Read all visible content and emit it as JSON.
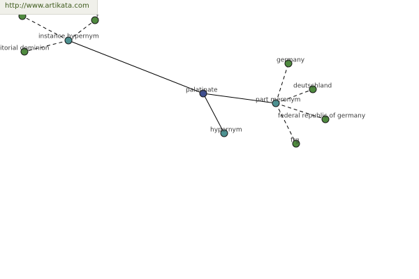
{
  "site_banner": "http://www.artikata.com",
  "colors": {
    "center_node": "#3f4f8f",
    "relation_node": "#4d9191",
    "term_node": "#4f8a3f",
    "edge": "#000000",
    "label": "#3a3a3a"
  },
  "graph": {
    "nodes": [
      {
        "id": "palatinate",
        "label": "palatinate",
        "kind": "center"
      },
      {
        "id": "instance_hypernym",
        "label": "instance hypernym",
        "kind": "relation"
      },
      {
        "id": "part_meronym",
        "label": "part meronym",
        "kind": "relation"
      },
      {
        "id": "hypernym",
        "label": "hypernym",
        "kind": "relation"
      },
      {
        "id": "germany",
        "label": "germany",
        "kind": "term"
      },
      {
        "id": "deutschland",
        "label": "deutschland",
        "kind": "term"
      },
      {
        "id": "federal_republic",
        "label": "federal republic of germany",
        "kind": "term"
      },
      {
        "id": "frg",
        "label": "frg",
        "kind": "term"
      },
      {
        "id": "territorial_dominion",
        "label": "itorial dominion",
        "kind": "term"
      },
      {
        "id": "top_t",
        "label": "t",
        "kind": "term"
      },
      {
        "id": "top_left",
        "label": "",
        "kind": "term"
      }
    ],
    "edges": [
      {
        "from": "palatinate",
        "to": "instance_hypernym",
        "style": "solid"
      },
      {
        "from": "palatinate",
        "to": "part_meronym",
        "style": "solid"
      },
      {
        "from": "palatinate",
        "to": "hypernym",
        "style": "solid"
      },
      {
        "from": "part_meronym",
        "to": "germany",
        "style": "dashed"
      },
      {
        "from": "part_meronym",
        "to": "deutschland",
        "style": "dashed"
      },
      {
        "from": "part_meronym",
        "to": "federal_republic",
        "style": "dashed"
      },
      {
        "from": "part_meronym",
        "to": "frg",
        "style": "dashed"
      },
      {
        "from": "instance_hypernym",
        "to": "territorial_dominion",
        "style": "dashed"
      },
      {
        "from": "instance_hypernym",
        "to": "top_t",
        "style": "dashed"
      },
      {
        "from": "instance_hypernym",
        "to": "top_left",
        "style": "dashed"
      }
    ]
  }
}
